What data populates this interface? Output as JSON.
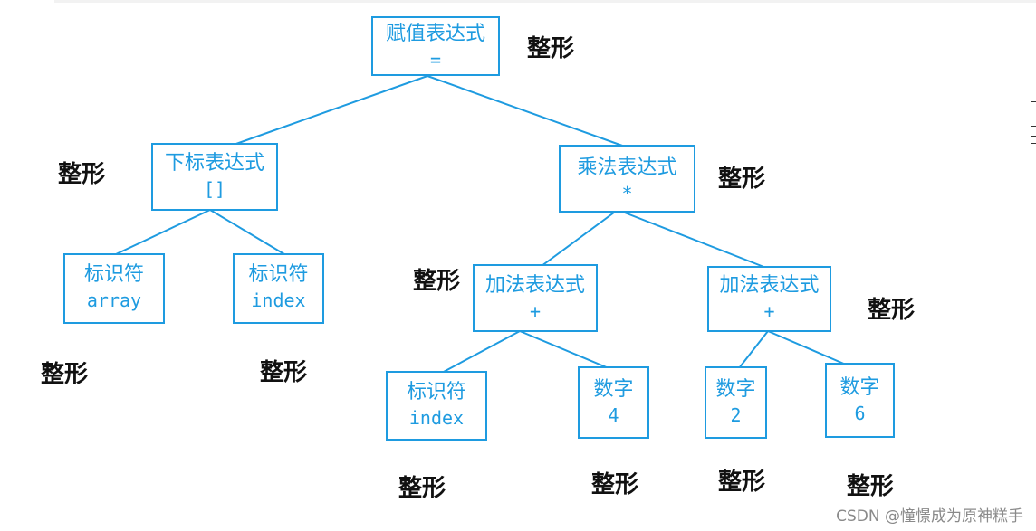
{
  "colors": {
    "node_border": "#1e9be0",
    "node_text": "#1e9be0",
    "edge": "#1e9be0",
    "type_text": "#111111",
    "watermark": "#8a8a8a"
  },
  "nodes": {
    "assign": {
      "label": "赋值表达式",
      "value": "="
    },
    "subscript": {
      "label": "下标表达式",
      "value": "[]"
    },
    "multiply": {
      "label": "乘法表达式",
      "value": "*"
    },
    "ident_array": {
      "label": "标识符",
      "value": "array"
    },
    "ident_index": {
      "label": "标识符",
      "value": "index"
    },
    "add_left": {
      "label": "加法表达式",
      "value": "+"
    },
    "add_right": {
      "label": "加法表达式",
      "value": "+"
    },
    "ident_index2": {
      "label": "标识符",
      "value": "index"
    },
    "num_4": {
      "label": "数字",
      "value": "4"
    },
    "num_2": {
      "label": "数字",
      "value": "2"
    },
    "num_6": {
      "label": "数字",
      "value": "6"
    }
  },
  "types": {
    "assign": "整形",
    "subscript": "整形",
    "multiply": "整形",
    "ident_array": "整形",
    "ident_index": "整形",
    "add_left": "整形",
    "add_right": "整形",
    "ident_index2": "整形",
    "num_4": "整形",
    "num_2": "整形",
    "num_6": "整形"
  },
  "watermark": "CSDN @憧憬成为原神糕手"
}
